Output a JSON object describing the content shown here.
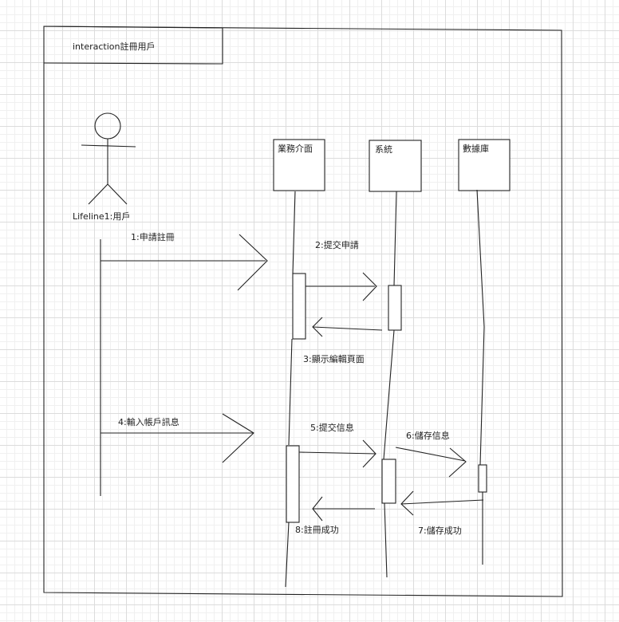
{
  "frame": {
    "title": "interaction註冊用戶"
  },
  "actor": {
    "label": "Lifeline1:用戶"
  },
  "lifelines": {
    "ui": "業務介面",
    "system": "系統",
    "database": "數據庫"
  },
  "messages": {
    "m1": "1:申請註冊",
    "m2": "2:提交申請",
    "m3": "3:顯示編輯頁面",
    "m4": "4:輸入帳戶訊息",
    "m5": "5:提交信息",
    "m6": "6:儲存信息",
    "m7": "7:儲存成功",
    "m8": "8:註冊成功"
  }
}
